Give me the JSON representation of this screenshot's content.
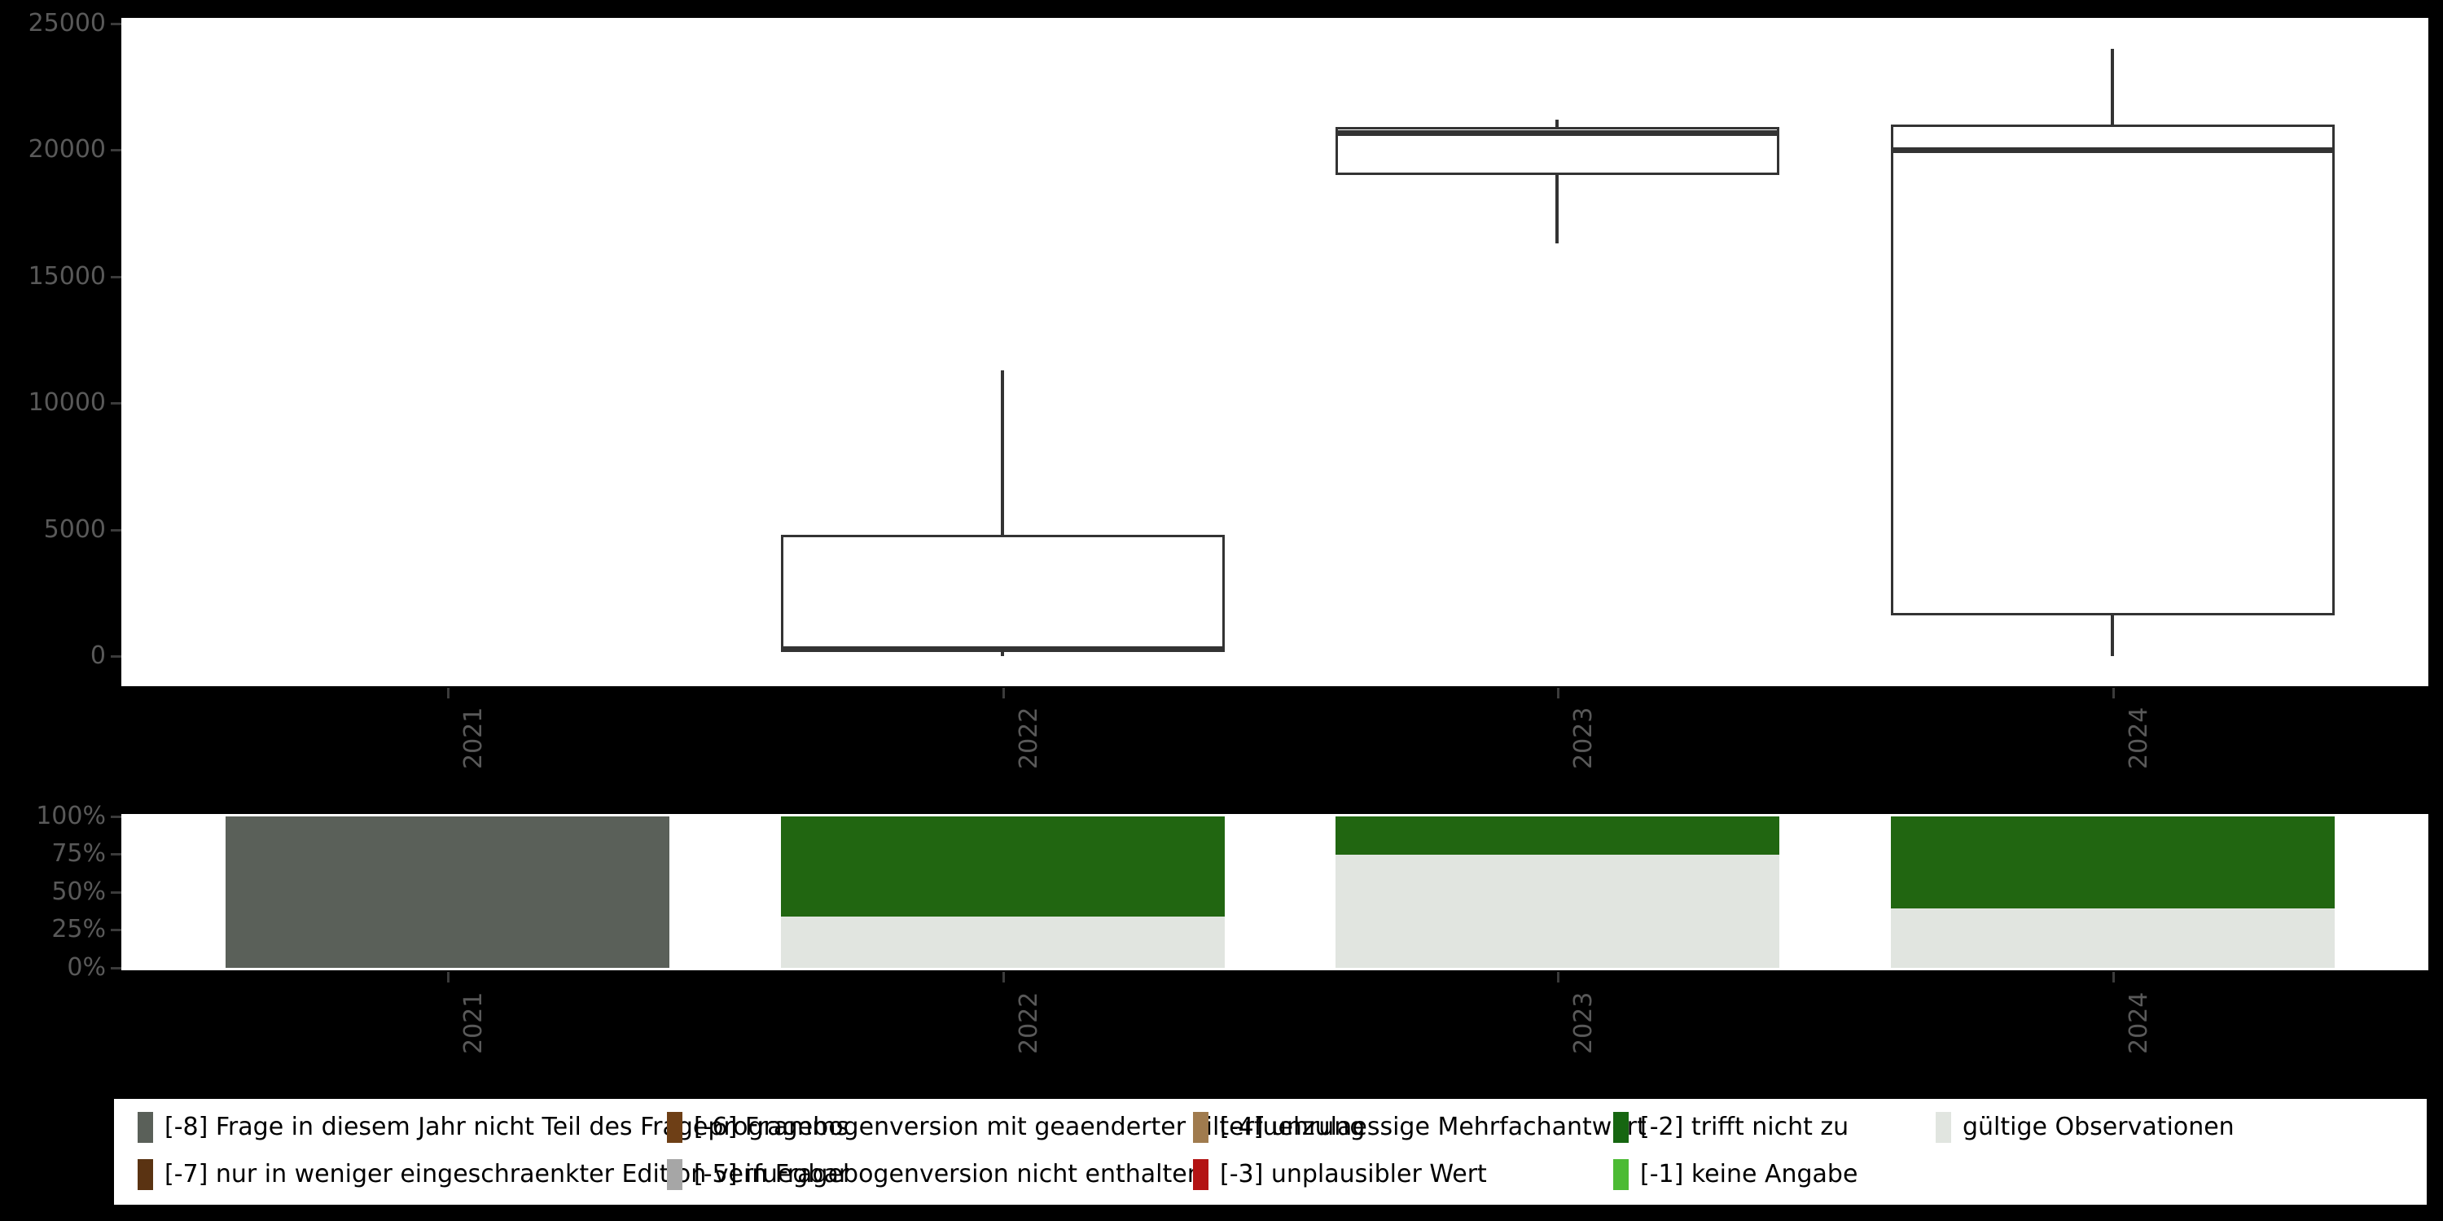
{
  "chart_data": {
    "type": "boxplot",
    "title": "",
    "xlabel": "",
    "ylabel": "",
    "categories": [
      "2021",
      "2022",
      "2023",
      "2024"
    ],
    "panels": [
      {
        "name": "observation-counts-boxplot",
        "type": "box",
        "ylim": [
          0,
          25000
        ],
        "yticks": [
          0,
          5000,
          10000,
          15000,
          20000,
          25000
        ],
        "ytick_labels": [
          "0",
          "5000",
          "10000",
          "15000",
          "20000",
          "25000"
        ],
        "grid": false,
        "boxes": [
          {
            "category": "2021",
            "present": false,
            "whisker_low": null,
            "q1": null,
            "median": null,
            "q3": null,
            "whisker_high": null
          },
          {
            "category": "2022",
            "present": true,
            "whisker_low": 0,
            "q1": 280,
            "median": 280,
            "q3": 4800,
            "whisker_high": 11300
          },
          {
            "category": "2023",
            "present": true,
            "whisker_low": 16300,
            "q1": 19000,
            "median": 20700,
            "q3": 20900,
            "whisker_high": 21200
          },
          {
            "category": "2024",
            "present": true,
            "whisker_low": 0,
            "q1": 1600,
            "median": 20000,
            "q3": 21000,
            "whisker_high": 24000
          }
        ]
      },
      {
        "name": "missing-value-share-stacked-bars",
        "type": "stacked_bar",
        "ylim": [
          0,
          100
        ],
        "yticks": [
          0,
          25,
          50,
          75,
          100
        ],
        "ytick_labels": [
          "0%",
          "25%",
          "50%",
          "75%",
          "100%"
        ],
        "grid": false,
        "bars": [
          {
            "category": "2021",
            "segments": [
              {
                "label": "[-8] Frage in diesem Jahr nicht Teil des Frageprogramms",
                "value": 100,
                "color": "#5a6059"
              }
            ]
          },
          {
            "category": "2022",
            "segments": [
              {
                "label": "[-2] trifft nicht zu",
                "value": 66,
                "color": "#216611"
              },
              {
                "label": "gültige Observationen",
                "value": 34,
                "color": "#e1e5e0"
              }
            ]
          },
          {
            "category": "2023",
            "segments": [
              {
                "label": "[-2] trifft nicht zu",
                "value": 25,
                "color": "#216611"
              },
              {
                "label": "gültige Observationen",
                "value": 75,
                "color": "#e1e5e0"
              }
            ]
          },
          {
            "category": "2024",
            "segments": [
              {
                "label": "[-2] trifft nicht zu",
                "value": 61,
                "color": "#216611"
              },
              {
                "label": "gültige Observationen",
                "value": 39,
                "color": "#e1e5e0"
              }
            ]
          }
        ]
      }
    ],
    "legend": {
      "position": "bottom",
      "entries": [
        {
          "label": "[-8] Frage in diesem Jahr nicht Teil des Frageprogramms",
          "color": "#5a6059"
        },
        {
          "label": "[-7] nur in weniger eingeschraenkter Edition verfuegbar",
          "color": "#5a3312"
        },
        {
          "label": "[-6] Fragebogenversion mit geaenderter Filterfuehrung",
          "color": "#6e3f16"
        },
        {
          "label": "[-5] in Fragebogenversion nicht enthalten",
          "color": "#a6a6a6"
        },
        {
          "label": "[-4] unzulaessige Mehrfachantwort",
          "color": "#a07b4e"
        },
        {
          "label": "[-3] unplausibler Wert",
          "color": "#b31414"
        },
        {
          "label": "[-2] trifft nicht zu",
          "color": "#166611"
        },
        {
          "label": "[-1] keine Angabe",
          "color": "#4cbb34"
        },
        {
          "label": "gültige Observationen",
          "color": "#e1e5e0"
        }
      ]
    }
  },
  "axes": {
    "top_y_ticks": [
      "25000",
      "20000",
      "15000",
      "10000",
      "5000",
      "0"
    ],
    "bottom_y_ticks": [
      "100%",
      "75%",
      "50%",
      "25%",
      "0%"
    ],
    "x_ticks": [
      "2021",
      "2022",
      "2023",
      "2024"
    ]
  },
  "colors": {
    "background": "#000000",
    "plot_background": "#ffffff",
    "axis_text": "#595959",
    "box_stroke": "#333333",
    "green": "#216611",
    "light_gray": "#e1e5e0",
    "dark_gray": "#5a6059"
  }
}
